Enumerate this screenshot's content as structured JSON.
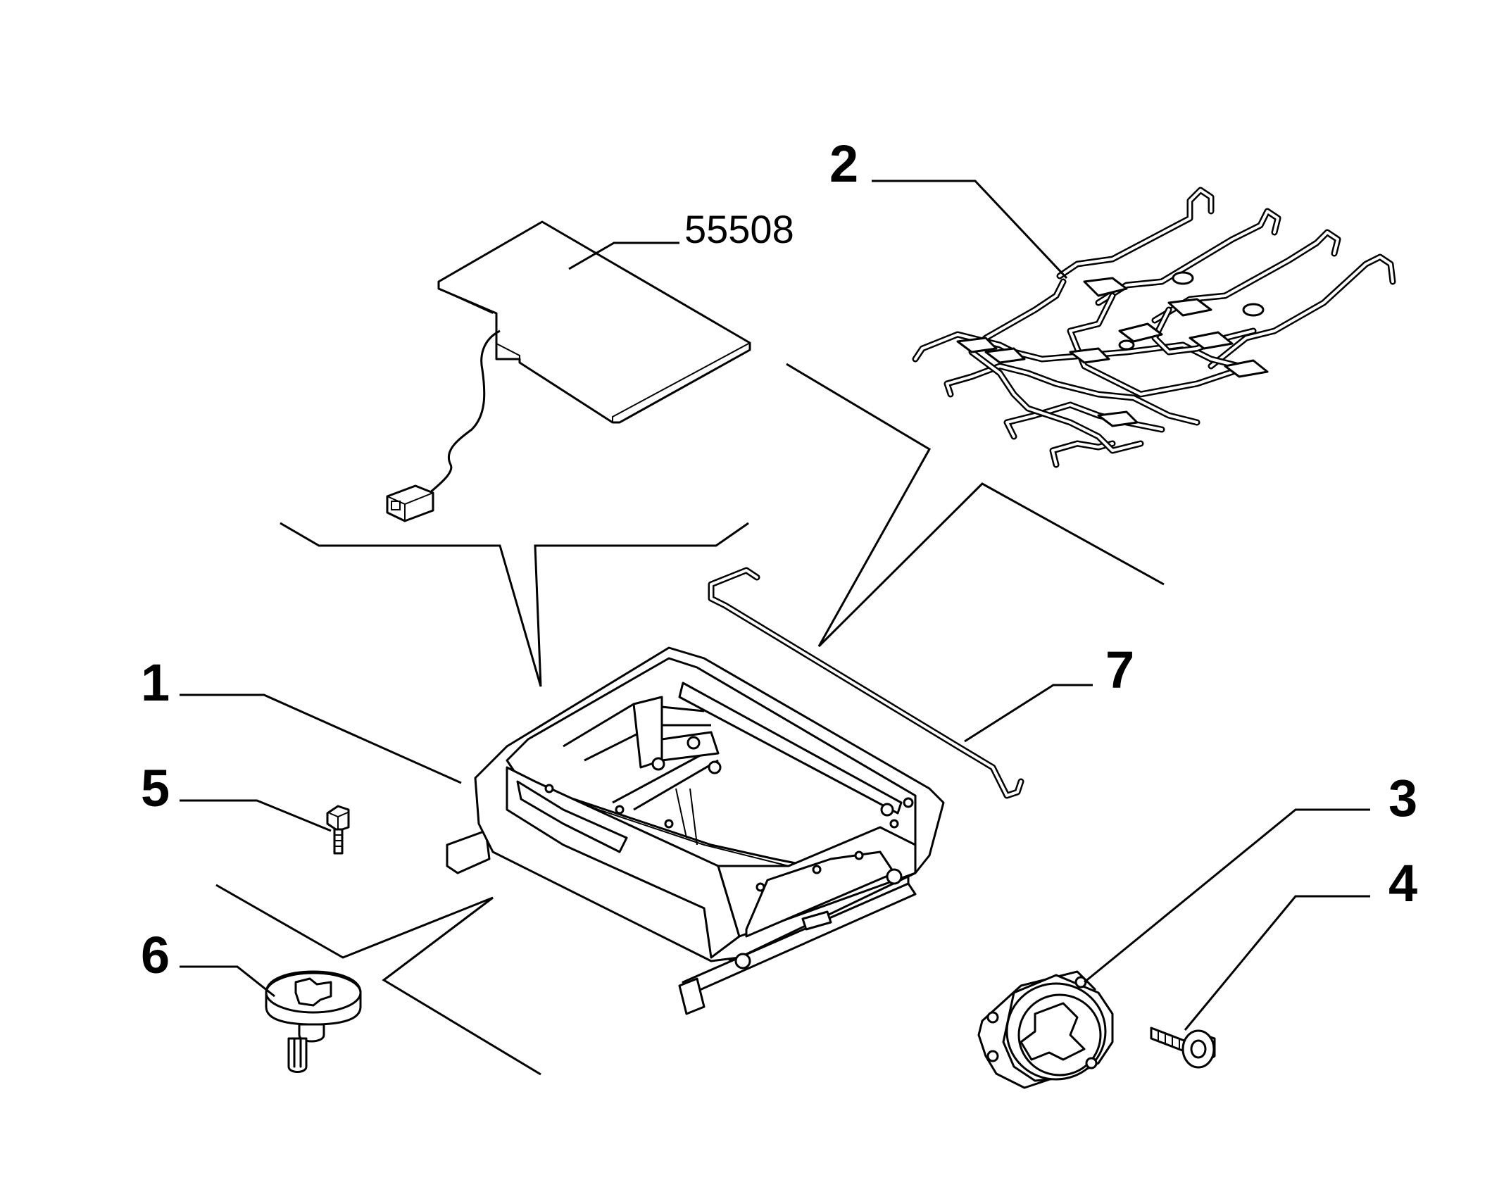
{
  "labels": {
    "l1": "1",
    "l2": "2",
    "l3": "3",
    "l4": "4",
    "l5": "5",
    "l6": "6",
    "l7": "7",
    "code": "55508"
  }
}
